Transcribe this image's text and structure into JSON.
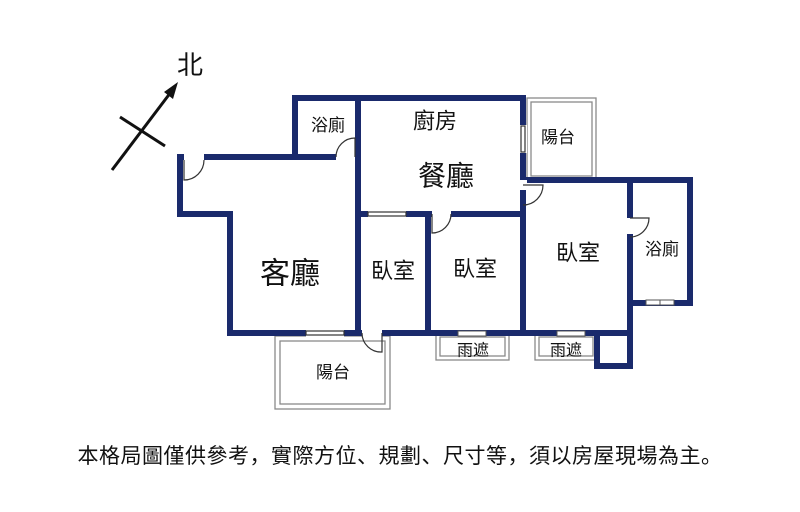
{
  "compass": {
    "label": "北"
  },
  "rooms": {
    "bath_north": "浴廁",
    "kitchen": "廚房",
    "balcony_east": "陽台",
    "dining": "餐廳",
    "living": "客廳",
    "bedroom_1": "臥室",
    "bedroom_2": "臥室",
    "bedroom_3": "臥室",
    "bath_east": "浴廁",
    "awning_1": "雨遮",
    "awning_2": "雨遮",
    "balcony_south": "陽台"
  },
  "disclaimer": "本格局圖僅供參考，實際方位、規劃、尺寸等，須以房屋現場為主。"
}
